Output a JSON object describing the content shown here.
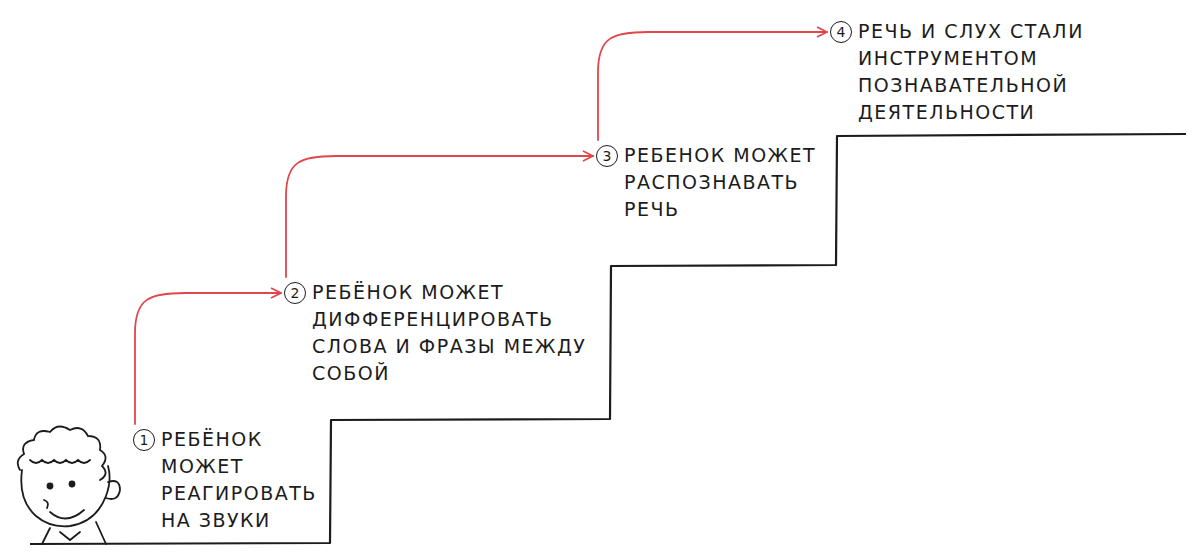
{
  "diagram": {
    "nodes": [
      {
        "text": [
          "1",
          "РЕБЁНОК МОЖЕТ РЕАГИРОВАТЬ НА ЗВУКИ"
        ]
      },
      {
        "text": [
          "2",
          "РЕБЁНОК МОЖЕТ ДИФФЕРЕНЦИРОВАТЬ СЛОВА И ФРАЗЫ МЕЖДУ СОБОЙ"
        ]
      },
      {
        "text": [
          "3",
          "РЕБЕНОК МОЖЕТ РАСПОЗНАВАТЬ РЕЧЬ"
        ]
      },
      {
        "text": [
          "4",
          "РЕЧЬ И СЛУХ СТАЛИ ИНСТРУМЕНТОМ ПОЗНАВАТЕЛЬНОЙ ДЕЯТЕЛЬНОСТИ"
        ]
      }
    ],
    "edges": [
      {
        "from": 0,
        "to": 1,
        "arrow": "to"
      },
      {
        "from": 1,
        "to": 2,
        "arrow": "to"
      },
      {
        "from": 2,
        "to": 3,
        "arrow": "to"
      }
    ]
  }
}
